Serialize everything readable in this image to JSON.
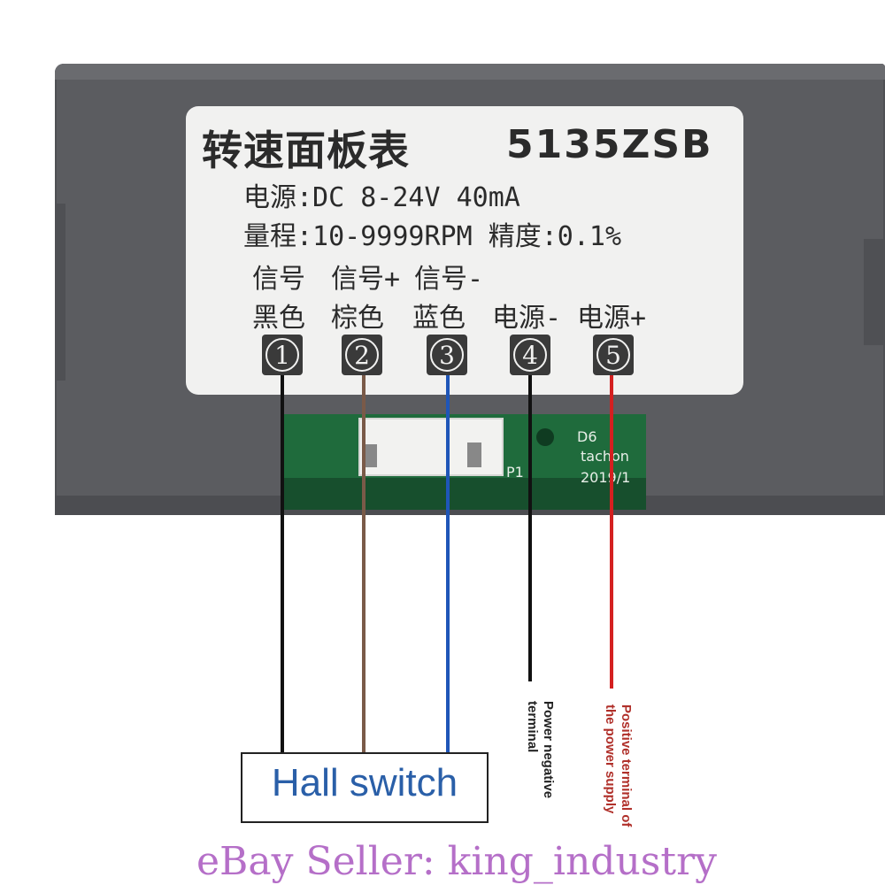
{
  "label": {
    "title": "转速面板表",
    "model": "5135ZSB",
    "power_spec": "电源:DC 8-24V 40mA",
    "range_spec": "量程:10-9999RPM 精度:0.1%",
    "signal_row": [
      "信号",
      "信号+",
      "信号-"
    ],
    "color_row": [
      "黑色",
      "棕色",
      "蓝色",
      "电源-",
      "电源+"
    ],
    "terminals": [
      "1",
      "2",
      "3",
      "4",
      "5"
    ]
  },
  "pcb": {
    "silk_d6": "D6",
    "silk_p1": "P1",
    "silk_brand": "tachon",
    "silk_year": "2019/1"
  },
  "wires": [
    {
      "terminal": "1",
      "color": "#111111"
    },
    {
      "terminal": "2",
      "color": "#7a5a48"
    },
    {
      "terminal": "3",
      "color": "#1f56b8"
    },
    {
      "terminal": "4",
      "color": "#111111"
    },
    {
      "terminal": "5",
      "color": "#d42020"
    }
  ],
  "hall_switch": "Hall switch",
  "note_negative": [
    "Power negative",
    "terminal"
  ],
  "note_positive": [
    "Positive terminal of",
    "the power supply"
  ],
  "watermark": "eBay Seller: king_industry"
}
